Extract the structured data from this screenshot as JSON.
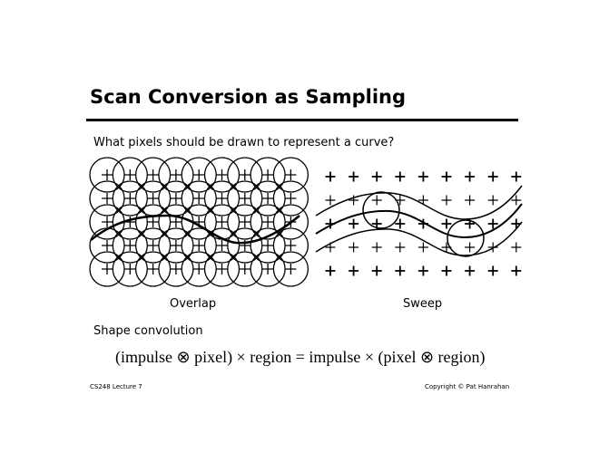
{
  "title": "Scan Conversion as Sampling",
  "question": "What pixels should be drawn to represent a curve?",
  "diagrams": {
    "left_label": "Overlap",
    "right_label": "Sweep",
    "grid_cols": 9,
    "grid_rows": 5
  },
  "section": "Shape convolution",
  "equation": "(impulse ⊗ pixel) × region = impulse × (pixel ⊗ region)",
  "footer": {
    "left": "CS248 Lecture 7",
    "right": "Copyright © Pat Hanrahan"
  }
}
